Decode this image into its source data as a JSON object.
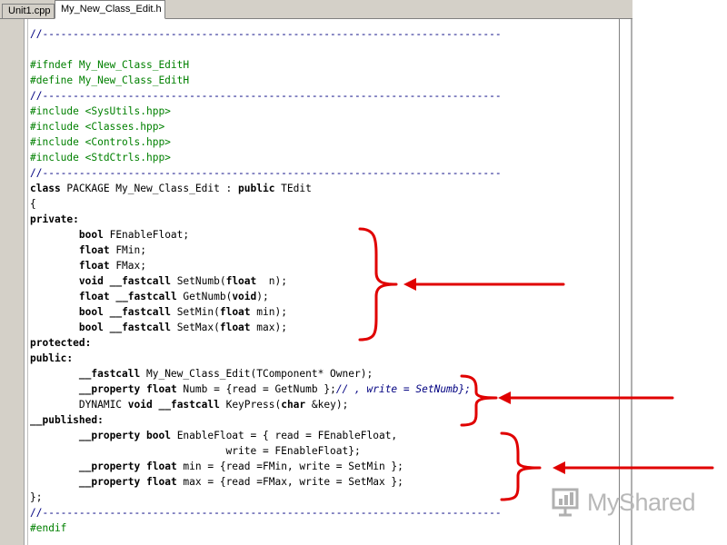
{
  "tabs": [
    {
      "label": "Unit1.cpp",
      "active": false
    },
    {
      "label": "My_New_Class_Edit.h",
      "active": true
    }
  ],
  "code": {
    "sep": "//---------------------------------------------------------------------------",
    "blank": "",
    "l03": "#ifndef My_New_Class_EditH",
    "l04": "#define My_New_Class_EditH",
    "l06": "#include <SysUtils.hpp>",
    "l07": "#include <Classes.hpp>",
    "l08": "#include <Controls.hpp>",
    "l09": "#include <StdCtrls.hpp>",
    "l11a": "class",
    "l11b": " PACKAGE My_New_Class_Edit : ",
    "l11c": "public",
    "l11d": " TEdit",
    "l12": "{",
    "l13": "private:",
    "l14a": "bool",
    "l14b": " FEnableFloat;",
    "l15a": "float",
    "l15b": " FMin;",
    "l16a": "float",
    "l16b": " FMax;",
    "l17a": "void",
    "l17b": " ",
    "l17c": "__fastcall",
    "l17d": " SetNumb(",
    "l17e": "float",
    "l17f": "  n);",
    "l18a": "float",
    "l18b": " ",
    "l18c": "__fastcall",
    "l18d": " GetNumb(",
    "l18e": "void",
    "l18f": ");",
    "l19a": "bool",
    "l19b": " ",
    "l19c": "__fastcall",
    "l19d": " SetMin(",
    "l19e": "float",
    "l19f": " min);",
    "l20a": "bool",
    "l20b": " ",
    "l20c": "__fastcall",
    "l20d": " SetMax(",
    "l20e": "float",
    "l20f": " max);",
    "l21": "protected:",
    "l22": "public:",
    "l23a": "__fastcall",
    "l23b": " My_New_Class_Edit(TComponent* Owner);",
    "l24a": "__property",
    "l24b": " ",
    "l24c": "float",
    "l24d": " Numb = {read = GetNumb };",
    "l24e": "// , write = SetNumb};",
    "l25a": "DYNAMIC ",
    "l25b": "void",
    "l25c": " ",
    "l25d": "__fastcall",
    "l25e": " KeyPress(",
    "l25f": "char",
    "l25g": " &key);",
    "l26": "__published:",
    "l27a": "__property",
    "l27b": " ",
    "l27c": "bool",
    "l27d": " EnableFloat = { read = FEnableFloat,",
    "l28": "                                write = FEnableFloat};",
    "l29a": "__property",
    "l29b": " ",
    "l29c": "float",
    "l29d": " min = {read =FMin, write = SetMin };",
    "l30a": "__property",
    "l30b": " ",
    "l30c": "float",
    "l30d": " max = {read =FMax, write = SetMax };",
    "l31": "};",
    "l33": "#endif"
  },
  "logo": {
    "text": "MyShared"
  },
  "colors": {
    "comment": "#000080",
    "preprocessor": "#008000",
    "annotation": "#e00000"
  }
}
